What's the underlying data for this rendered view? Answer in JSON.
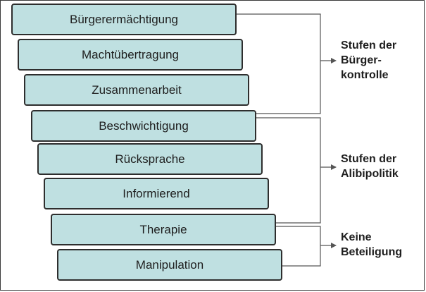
{
  "ladder": {
    "rungs": [
      {
        "label": "Bürgerermächtigung"
      },
      {
        "label": "Machtübertragung"
      },
      {
        "label": "Zusammenarbeit"
      },
      {
        "label": "Beschwichtigung"
      },
      {
        "label": "Rücksprache"
      },
      {
        "label": "Informierend"
      },
      {
        "label": "Therapie"
      },
      {
        "label": "Manipulation"
      }
    ]
  },
  "groups": [
    {
      "lines": [
        "Stufen der",
        "Bürger-",
        "kontrolle"
      ]
    },
    {
      "lines": [
        "Stufen der",
        "Alibipolitik"
      ]
    },
    {
      "lines": [
        "Keine",
        "Beteiligung"
      ]
    }
  ],
  "colors": {
    "rung_fill": "#bfe0e1",
    "rung_border": "#2e2e2e",
    "connector": "#555555"
  }
}
